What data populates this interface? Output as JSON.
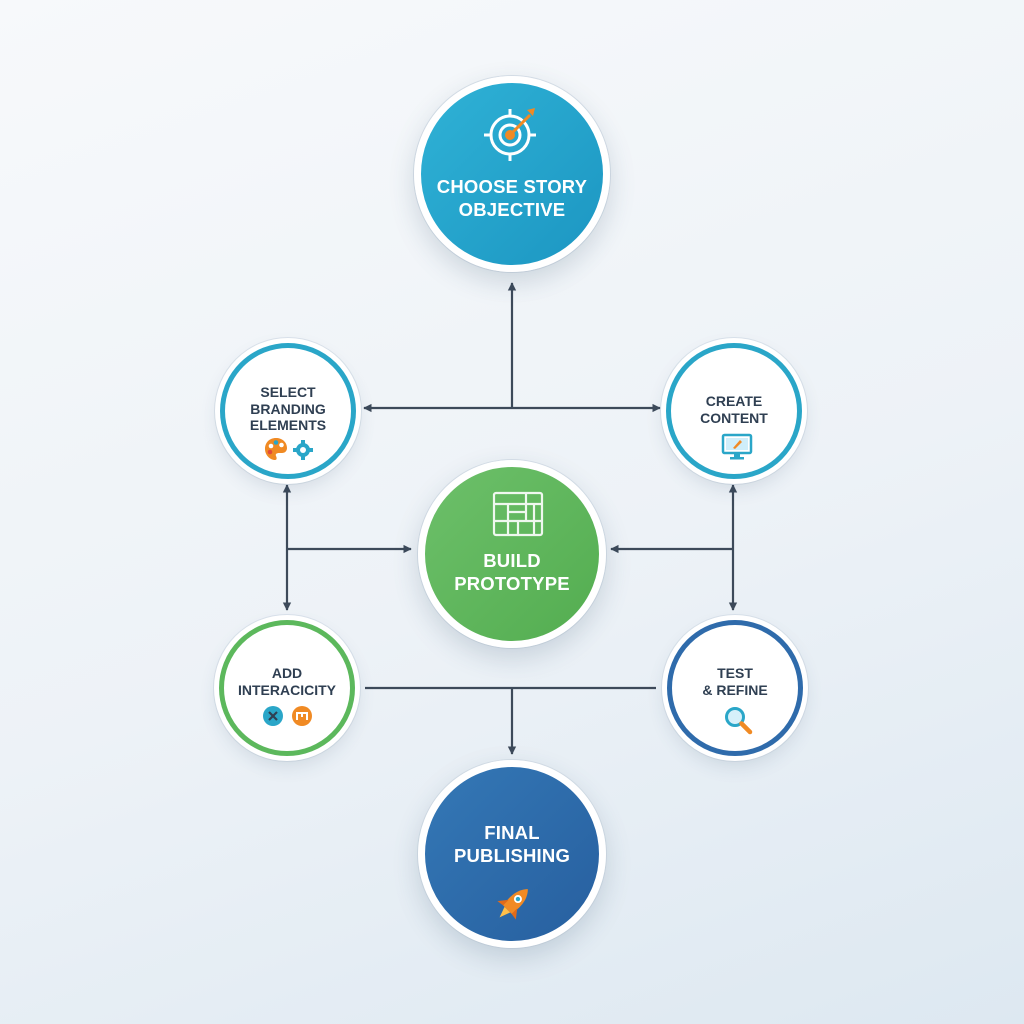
{
  "nodes": {
    "objective": {
      "line1": "CHOOSE STORY",
      "line2": "OBJECTIVE",
      "icon": "target-icon",
      "color": "#1f9fc8"
    },
    "branding": {
      "line1": "SELECT",
      "line2": "BRANDING",
      "line3": "ELEMENTS",
      "icons": [
        "palette-icon",
        "gear-icon"
      ],
      "color": "#2aa6c8"
    },
    "content": {
      "line1": "CREATE",
      "line2": "CONTENT",
      "icon": "monitor-icon",
      "color": "#2aa6c8"
    },
    "prototype": {
      "line1": "BUILD",
      "line2": "PROTOTYPE",
      "icon": "wireframe-icon",
      "color": "#5cb85c"
    },
    "interactivity": {
      "line1": "ADD",
      "line2": "INTERACICITY",
      "icons": [
        "close-badge-icon",
        "hub-badge-icon"
      ],
      "color": "#5cb85c"
    },
    "test": {
      "line1": "TEST",
      "line2": "& REFINE",
      "icon": "magnifier-icon",
      "color": "#2f6bab"
    },
    "publishing": {
      "line1": "FINAL",
      "line2": "PUBLISHING",
      "icon": "rocket-icon",
      "color": "#2f6bab"
    }
  },
  "colors": {
    "connector": "#3d4a5a",
    "accent_orange": "#f08a24"
  }
}
